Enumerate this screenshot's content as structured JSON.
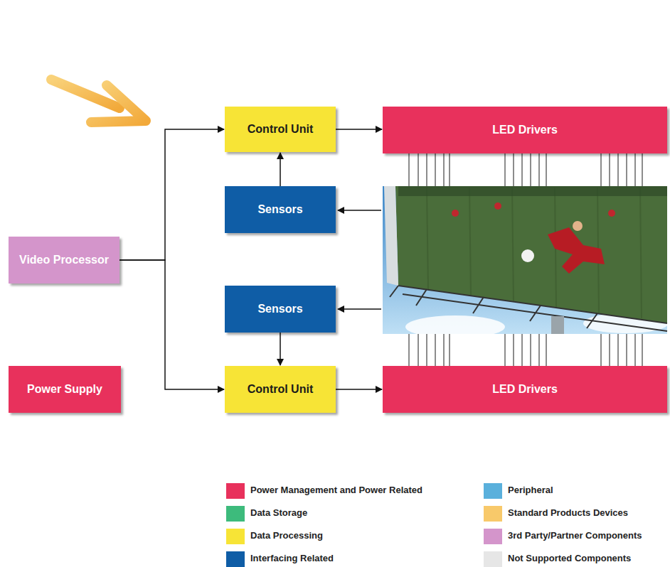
{
  "diagram": {
    "nodes": [
      {
        "text": [
          "Control Unit"
        ]
      },
      {
        "text": [
          "LED Drivers"
        ]
      },
      {
        "text": [
          "Sensors"
        ]
      },
      {
        "text": [
          "Video Processor"
        ]
      },
      {
        "text": [
          "Sensors"
        ]
      },
      {
        "text": [
          "Power Supply"
        ]
      },
      {
        "text": [
          "Control Unit"
        ]
      },
      {
        "text": [
          "LED Drivers"
        ]
      }
    ],
    "edges": [
      {
        "from": 3,
        "to": 0,
        "arrow": "to"
      },
      {
        "from": 3,
        "to": 6,
        "arrow": "to"
      },
      {
        "from": 0,
        "to": 1,
        "arrow": "to"
      },
      {
        "from": 2,
        "to": 0,
        "arrow": "to"
      },
      {
        "from": 4,
        "to": 6,
        "arrow": "to"
      },
      {
        "from": 6,
        "to": 7,
        "arrow": "to"
      }
    ],
    "legend": [
      {
        "text": "Power Management and Power Related",
        "color": "#e8315c"
      },
      {
        "text": "Data Storage",
        "color": "#3dbb7c"
      },
      {
        "text": "Data Processing",
        "color": "#f7e436"
      },
      {
        "text": "Interfacing Related",
        "color": "#0f5da6"
      },
      {
        "text": "Peripheral",
        "color": "#5ab0dc"
      },
      {
        "text": "Standard Products Devices",
        "color": "#f8c96a"
      },
      {
        "text": "3rd Party/Partner Components",
        "color": "#d495cb"
      },
      {
        "text": "Not Supported Components",
        "color": "#e6e6e6"
      }
    ]
  }
}
